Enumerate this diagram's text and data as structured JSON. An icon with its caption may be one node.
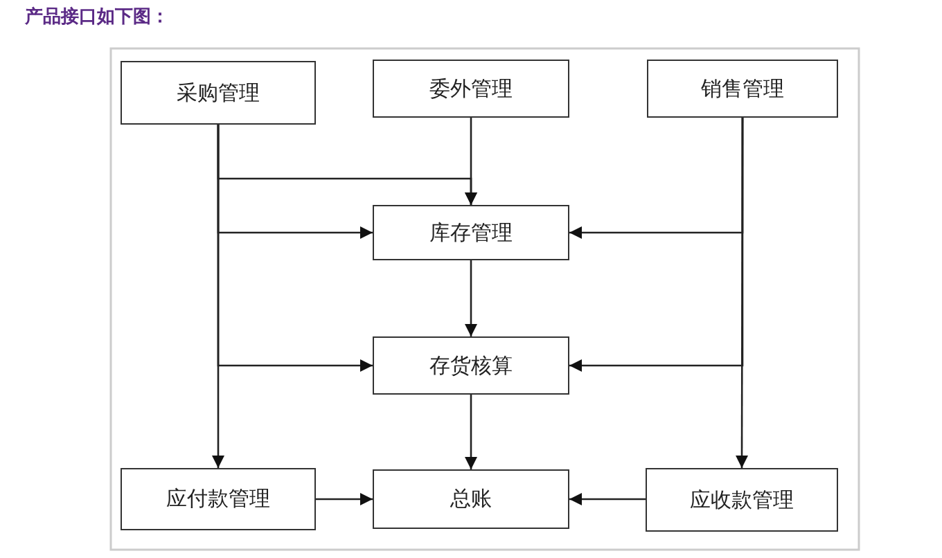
{
  "diagram": {
    "title": "产品接口如下图：",
    "nodes": [
      {
        "text": [
          "采购管理"
        ]
      },
      {
        "text": [
          "委外管理"
        ]
      },
      {
        "text": [
          "销售管理"
        ]
      },
      {
        "text": [
          "库存管理"
        ]
      },
      {
        "text": [
          "存货核算"
        ]
      },
      {
        "text": [
          "应付款管理"
        ]
      },
      {
        "text": [
          "总账"
        ]
      },
      {
        "text": [
          "应收款管理"
        ]
      }
    ],
    "edges": [
      {
        "from": 0,
        "to": 3,
        "arrow": "to"
      },
      {
        "from": 0,
        "to": 3,
        "arrow": "to"
      },
      {
        "from": 0,
        "to": 4,
        "arrow": "to"
      },
      {
        "from": 0,
        "to": 5,
        "arrow": "to"
      },
      {
        "from": 1,
        "to": 3,
        "arrow": "to"
      },
      {
        "from": 2,
        "to": 3,
        "arrow": "to"
      },
      {
        "from": 2,
        "to": 4,
        "arrow": "to"
      },
      {
        "from": 2,
        "to": 7,
        "arrow": "to"
      },
      {
        "from": 3,
        "to": 4,
        "arrow": "to"
      },
      {
        "from": 4,
        "to": 6,
        "arrow": "to"
      },
      {
        "from": 5,
        "to": 6,
        "arrow": "to"
      },
      {
        "from": 7,
        "to": 6,
        "arrow": "to"
      }
    ]
  }
}
